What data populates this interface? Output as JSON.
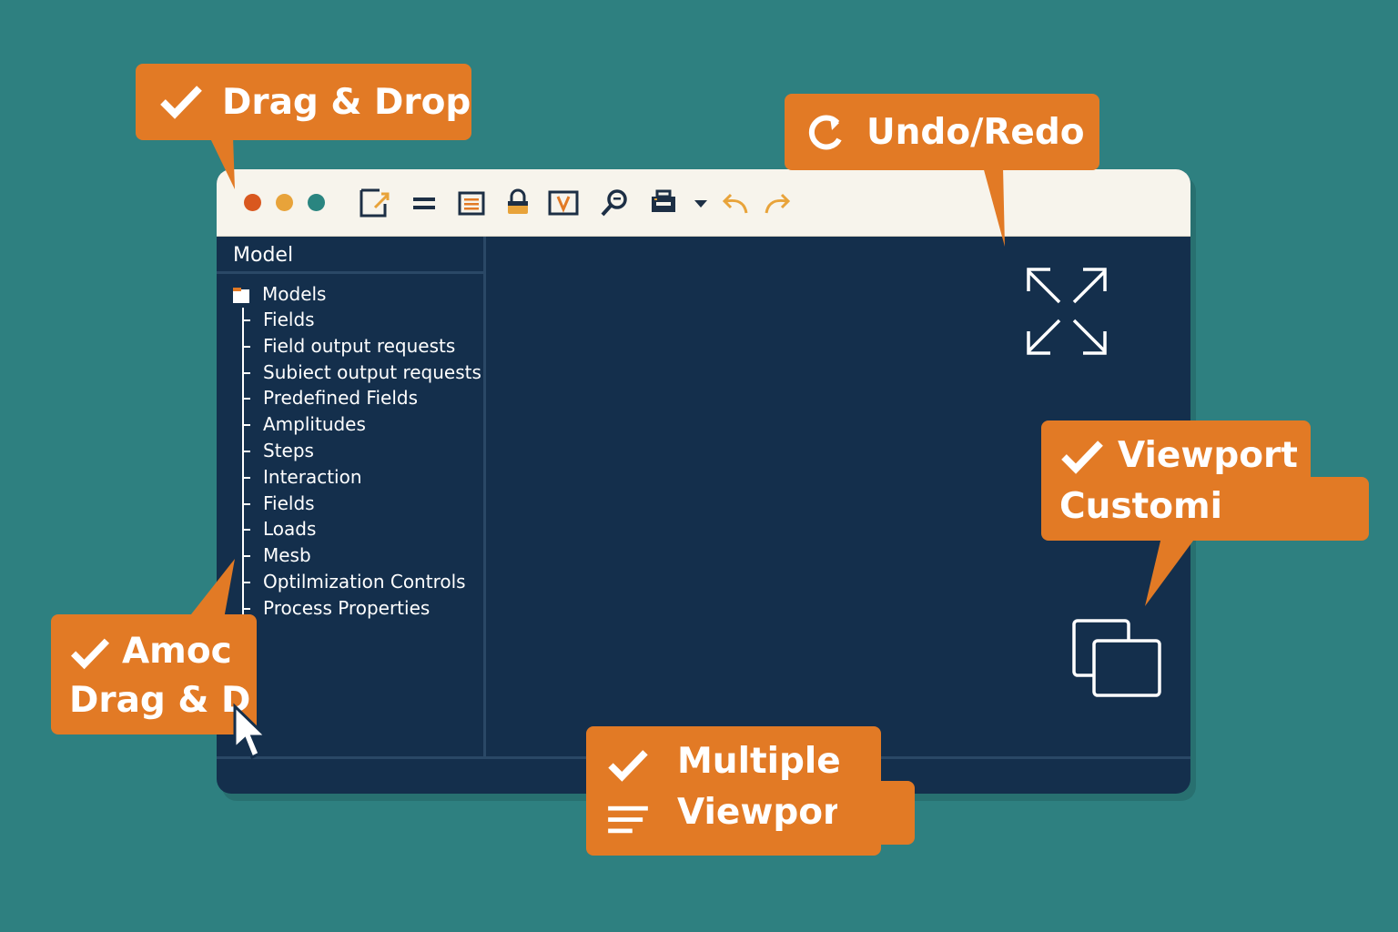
{
  "window": {
    "sidebar": {
      "title": "Model",
      "root_label": "Models",
      "items": [
        {
          "label": "Fields"
        },
        {
          "label": "Field output requests"
        },
        {
          "label": "Subiect output requests"
        },
        {
          "label": "Predefined Fields"
        },
        {
          "label": "Amplitudes"
        },
        {
          "label": "Steps"
        },
        {
          "label": "Interaction"
        },
        {
          "label": "Fields"
        },
        {
          "label": "Loads"
        },
        {
          "label": "Mesb"
        },
        {
          "label": "Optilmization Controls"
        },
        {
          "label": "Process Properties"
        }
      ]
    },
    "traffic_lights": [
      "#d9581f",
      "#e8a33a",
      "#2a8580"
    ],
    "toolbar_icons": [
      "new-file-icon",
      "equals-icon",
      "list-icon",
      "lock-icon",
      "v-box-icon",
      "search-icon",
      "printer-icon",
      "dropdown-caret-icon",
      "undo-icon",
      "redo-icon"
    ]
  },
  "callouts": {
    "drag_drop": {
      "label": "Drag & Drop"
    },
    "undo_redo": {
      "label": "Undo/Redo"
    },
    "viewport_custom": {
      "line1": "Viewport",
      "line2": "Customization"
    },
    "amoc": {
      "line1": "Amoc",
      "line2": "Drag & D"
    },
    "multiple_viewports": {
      "line1": "Multiple",
      "line2": "Viewports"
    }
  },
  "colors": {
    "background": "#2e8080",
    "window": "#142f4c",
    "toolbar": "#f7f4ec",
    "accent": "#e27a25"
  }
}
